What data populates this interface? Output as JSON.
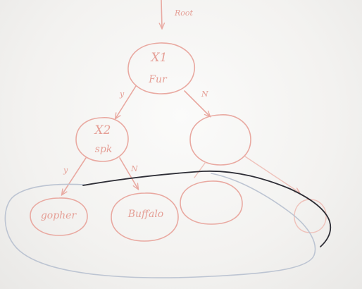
{
  "diagram": {
    "root_annotation": "Root",
    "root_node": {
      "feature": "X1",
      "name": "Fur"
    },
    "child_node": {
      "feature": "X2",
      "name": "spk"
    },
    "root_edges": {
      "left": "y",
      "right": "N"
    },
    "child_edges": {
      "left": "y",
      "right": "N"
    },
    "leaves": [
      "gopher",
      "Buffalo"
    ]
  }
}
